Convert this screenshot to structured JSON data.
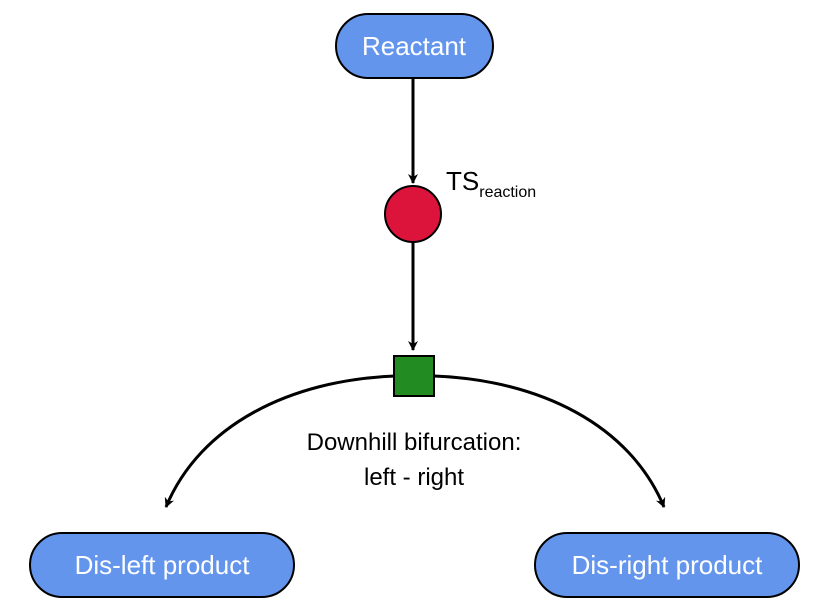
{
  "diagram": {
    "nodes": {
      "reactant": {
        "label": "Reactant"
      },
      "ts": {
        "label_main": "TS",
        "label_sub": "reaction"
      },
      "bifurcation": {
        "caption_line1": "Downhill bifurcation:",
        "caption_line2": "left - right"
      },
      "left_product": {
        "label": "Dis-left product"
      },
      "right_product": {
        "label": "Dis-right product"
      }
    },
    "colors": {
      "node_fill": "#6495ed",
      "node_text": "#ffffff",
      "ts_fill": "#dc143c",
      "bifurcation_fill": "#228b22",
      "stroke": "#000000",
      "label_text": "#000000"
    }
  }
}
